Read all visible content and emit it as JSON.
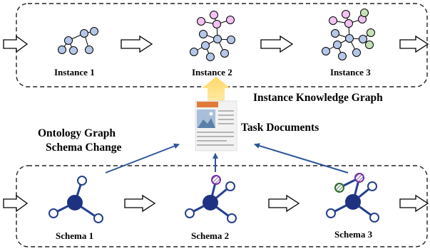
{
  "instances": [
    {
      "label": "Instance 1"
    },
    {
      "label": "Instance 2"
    },
    {
      "label": "Instance 3"
    }
  ],
  "schemas": [
    {
      "label": "Schema 1"
    },
    {
      "label": "Schema 2"
    },
    {
      "label": "Schema 3"
    }
  ],
  "annotations": {
    "instance_kg": "Instance Knowledge Graph",
    "task_documents": "Task Documents",
    "ontology_line1": "Ontology Graph",
    "ontology_line2": "Schema Change"
  },
  "colors": {
    "node_blue": "#b4c7e7",
    "node_pink": "#f2c2f2",
    "node_green": "#c5e0b4",
    "schema_dark": "#1f3281",
    "schema_stroke": "#24408e",
    "arrow_blue": "#2e5597",
    "upload_yellow": "#ffd966",
    "doc_orange": "#e07b39",
    "hatch_purple": "#7030a0",
    "hatch_green": "#2f6d2f"
  },
  "icons": {
    "upload": "upload-arrow-icon",
    "document": "document-icon"
  }
}
